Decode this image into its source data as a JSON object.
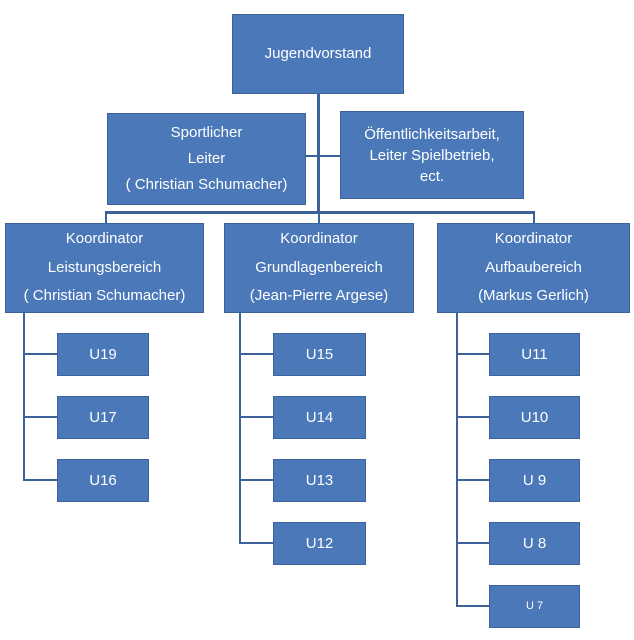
{
  "top": {
    "label": "Jugendvorstand"
  },
  "sport_leiter": {
    "lines": [
      "Sportlicher",
      "Leiter",
      "( Christian Schumacher)"
    ]
  },
  "oeffentlich": {
    "lines": [
      "Öffentlichkeitsarbeit,",
      "Leiter Spielbetrieb,",
      "ect."
    ]
  },
  "coordinators": [
    {
      "lines": [
        "Koordinator",
        "Leistungsbereich",
        "( Christian Schumacher)"
      ],
      "teams": [
        "U19",
        "U17",
        "U16"
      ]
    },
    {
      "lines": [
        "Koordinator",
        "Grundlagenbereich",
        "(Jean-Pierre  Argese)"
      ],
      "teams": [
        "U15",
        "U14",
        "U13",
        "U12"
      ]
    },
    {
      "lines": [
        "Koordinator",
        "Aufbaubereich",
        "(Markus Gerlich)"
      ],
      "teams": [
        "U11",
        "U10",
        "U 9",
        "U 8",
        "U 7"
      ]
    }
  ]
}
